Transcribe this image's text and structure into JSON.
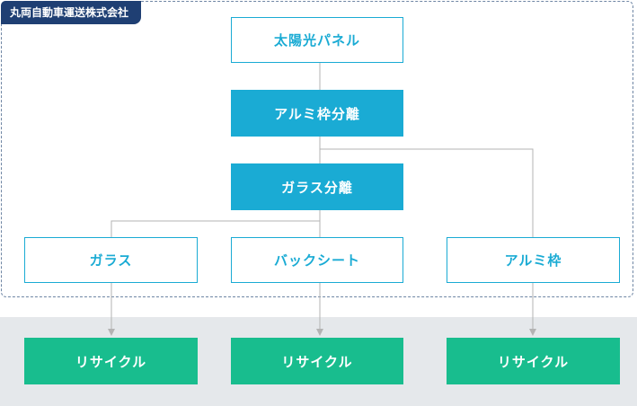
{
  "company_label": "丸両自動車運送株式会社",
  "nodes": {
    "solar_panel": "太陽光パネル",
    "frame_separation": "アルミ枠分離",
    "glass_separation": "ガラス分離",
    "glass": "ガラス",
    "backsheet": "バックシート",
    "aluminum_frame": "アルミ枠",
    "recycle_1": "リサイクル",
    "recycle_2": "リサイクル",
    "recycle_3": "リサイクル"
  },
  "colors": {
    "frame_border": "#6f86a4",
    "company_bg": "#1f3f73",
    "accent_blue": "#1aabd4",
    "recycle_green": "#18bd8e",
    "band_gray": "#e5e8eb",
    "connector": "#b3b3b3"
  }
}
